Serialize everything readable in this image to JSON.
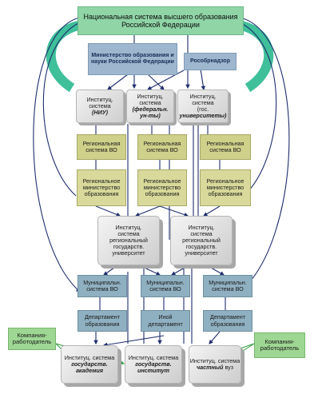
{
  "top": {
    "line1": "Национальная система высшего образования",
    "line2": "Российской Федерации"
  },
  "ministry": "Министерство образования и науки Российской Федерации",
  "rosobr": "Рособрнадзор",
  "inst_common": "Институц. система",
  "inst_niu": "(НИУ)",
  "inst_fed_line1": "(федеральн.",
  "inst_fed_line2": "ун-ты)",
  "inst_gos_pre": "(гос.",
  "inst_gos_em": "университеты)",
  "regional_system": {
    "line1": "Региональная",
    "line2": "система ВО"
  },
  "regional_ministry": {
    "line1": "Региональное",
    "line2": "министерство",
    "line3": "образования"
  },
  "regional_university": {
    "line1": "Институц.",
    "line2": "система",
    "line3": "региональный",
    "line4": "государств.",
    "line5": "университет"
  },
  "municipal_system": {
    "line1": "Муниципальн.",
    "line2": "система ВО"
  },
  "department": {
    "line1": "Департамент",
    "line2": "образования"
  },
  "other_department": {
    "line1": "Иной",
    "line2": "департамент"
  },
  "employer": {
    "line1": "Компания-",
    "line2": "работодатель"
  },
  "inst_bottom_prefix": "Институц. система",
  "academy_em": "государств. академия",
  "institute_em": "государств. институт",
  "private_em": "частный",
  "private_suffix": "вуз"
}
